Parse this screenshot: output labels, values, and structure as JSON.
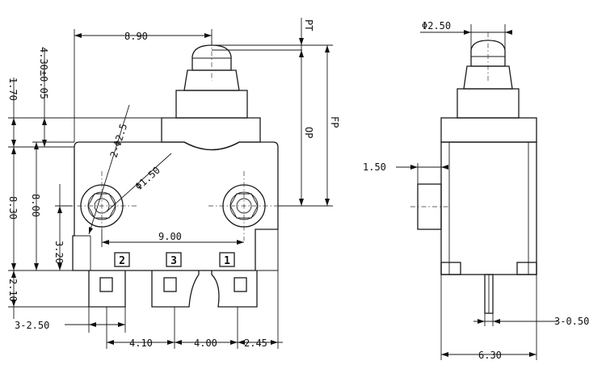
{
  "pin_labels": [
    "2",
    "3",
    "1"
  ],
  "dimensions": {
    "d_890": "8.90",
    "d_430": "4.30±0.05",
    "d_170": "1.70",
    "d_830": "8.30",
    "d_800": "8.00",
    "d_320": "3.20",
    "d_210": "2.10",
    "d_3_250": "3-2.50",
    "d_2_r25": "2-Φ2.5",
    "d_150dia": "Φ1.50",
    "d_900": "9.00",
    "d_410": "4.10",
    "d_400": "4.00",
    "d_245": "2.45",
    "d_pt": "PT",
    "d_op": "OP",
    "d_fp": "FP",
    "d_250dia": "Φ2.50",
    "d_150": "1.50",
    "d_3_050": "3-0.50",
    "d_630": "6.30"
  }
}
